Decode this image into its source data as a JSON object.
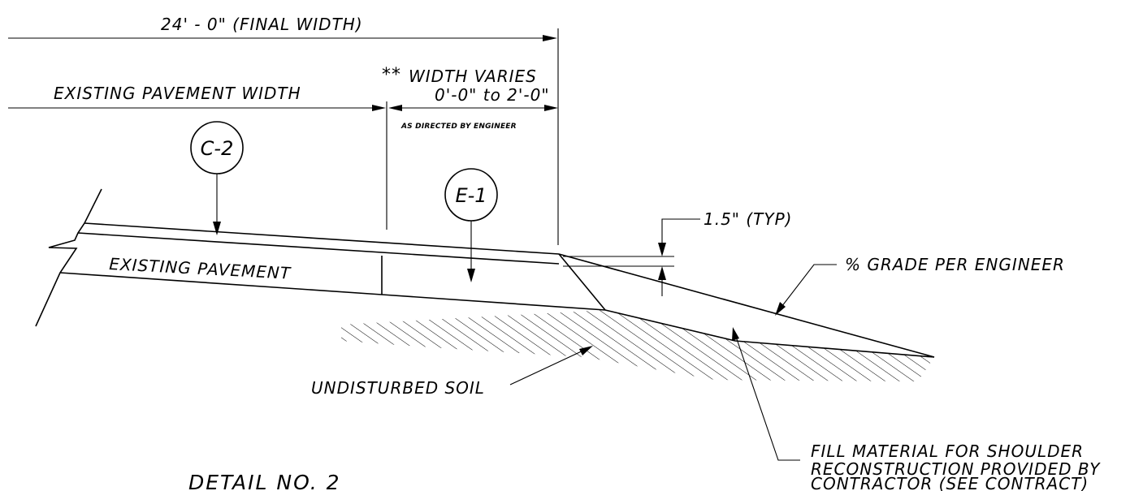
{
  "dimensions": {
    "final_width": "24' - 0\" (FINAL WIDTH)",
    "existing_width": "EXISTING PAVEMENT WIDTH",
    "asterisks": "**",
    "width_varies_line1": "WIDTH VARIES",
    "width_varies_line2": "0'-0\" to 2'-0\"",
    "directed": "AS DIRECTED BY ENGINEER",
    "typ_thickness": "1.5\" (TYP)"
  },
  "callouts": {
    "c2": "C-2",
    "e1": "E-1"
  },
  "labels": {
    "existing_pavement": "EXISTING PAVEMENT",
    "grade": "% GRADE PER ENGINEER",
    "undisturbed_soil": "UNDISTURBED SOIL",
    "fill_line1": "FILL MATERIAL FOR SHOULDER",
    "fill_line2": "RECONSTRUCTION PROVIDED BY",
    "fill_line3": "CONTRACTOR (SEE CONTRACT)",
    "detail_title": "DETAIL NO. 2"
  }
}
